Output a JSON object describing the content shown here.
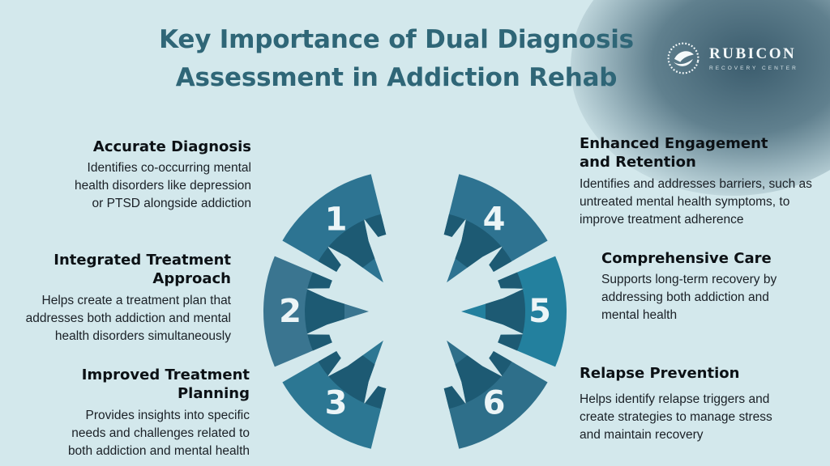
{
  "title": {
    "lines": [
      "Key Importance of Dual Diagnosis",
      "Assessment in Addiction Rehab"
    ]
  },
  "logo": {
    "name": "RUBICON",
    "tagline": "RECOVERY CENTER"
  },
  "sections": [
    {
      "number": "1",
      "heading_lines": [
        "Accurate Diagnosis"
      ],
      "body_lines": [
        "Identifies co-occurring mental",
        "health disorders like depression",
        "or PTSD alongside addiction"
      ]
    },
    {
      "number": "2",
      "heading_lines": [
        "Integrated Treatment",
        "Approach"
      ],
      "body_lines": [
        "Helps create a treatment plan that",
        "addresses both addiction and mental",
        "health disorders simultaneously"
      ]
    },
    {
      "number": "3",
      "heading_lines": [
        "Improved Treatment",
        "Planning"
      ],
      "body_lines": [
        "Provides insights into specific",
        "needs and challenges related to",
        "both addiction and mental health"
      ]
    },
    {
      "number": "4",
      "heading_lines": [
        "Enhanced Engagement",
        "and Retention"
      ],
      "body_lines": [
        "Identifies and addresses barriers, such as",
        "untreated mental health symptoms, to",
        "improve treatment adherence"
      ]
    },
    {
      "number": "5",
      "heading_lines": [
        "Comprehensive Care"
      ],
      "body_lines": [
        "Supports long-term recovery by",
        "addressing both addiction and",
        "mental health"
      ]
    },
    {
      "number": "6",
      "heading_lines": [
        "Relapse Prevention"
      ],
      "body_lines": [
        "Helps identify relapse triggers and",
        "create strategies to manage stress",
        "and maintain recovery"
      ]
    }
  ],
  "diagram": {
    "segments": [
      {
        "number": "1",
        "color": "#2d7492"
      },
      {
        "number": "2",
        "color": "#3a7590"
      },
      {
        "number": "3",
        "color": "#2c7793"
      },
      {
        "number": "4",
        "color": "#2e7391"
      },
      {
        "number": "5",
        "color": "#23809e"
      },
      {
        "number": "6",
        "color": "#2e6f8a"
      }
    ],
    "shadow_color": "#1d5a73",
    "number_color": "#ecf5f7"
  },
  "colors": {
    "background": "#d3e8ec",
    "title": "#2f6677",
    "heading": "#0c1115",
    "body": "#1a2026",
    "logo_blob": "#345666"
  }
}
